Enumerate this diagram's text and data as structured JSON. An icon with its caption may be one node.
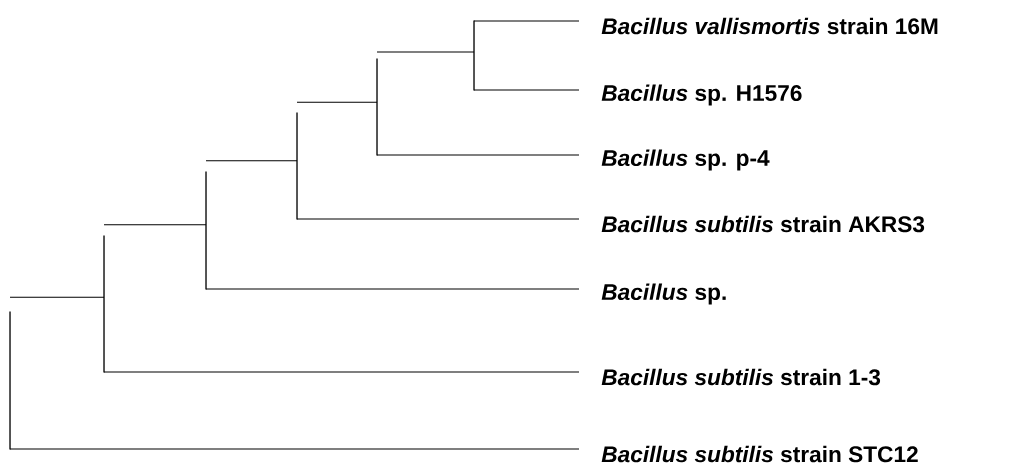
{
  "diagram": {
    "nodes": [
      {
        "text": [
          "*Bacillus vallismortis* strain 16M"
        ]
      },
      {
        "text": [
          "*Bacillus* sp. H1576"
        ]
      },
      {
        "text": [
          "*Bacillus* sp. p-4"
        ]
      },
      {
        "text": [
          "*Bacillus subtilis* strain AKRS3"
        ]
      },
      {
        "text": [
          "*Bacillus* sp."
        ]
      },
      {
        "text": [
          "*Bacillus subtilis* strain 1-3"
        ]
      },
      {
        "text": [
          "*Bacillus subtilis* strain STC12"
        ]
      },
      {
        "text": [],
        "shape": "bar"
      },
      {
        "text": [],
        "shape": "bar"
      },
      {
        "text": [],
        "shape": "bar"
      },
      {
        "text": [],
        "shape": "bar"
      },
      {
        "text": [],
        "shape": "bar"
      },
      {
        "text": [],
        "shape": "bar"
      }
    ],
    "edges": [
      {
        "from": 7,
        "to": 8,
        "arrow": "none"
      },
      {
        "from": 7,
        "to": 6,
        "arrow": "none"
      },
      {
        "from": 8,
        "to": 9,
        "arrow": "none"
      },
      {
        "from": 8,
        "to": 5,
        "arrow": "none"
      },
      {
        "from": 9,
        "to": 10,
        "arrow": "none"
      },
      {
        "from": 9,
        "to": 4,
        "arrow": "none"
      },
      {
        "from": 10,
        "to": 11,
        "arrow": "none"
      },
      {
        "from": 10,
        "to": 3,
        "arrow": "none"
      },
      {
        "from": 11,
        "to": 12,
        "arrow": "none"
      },
      {
        "from": 11,
        "to": 2,
        "arrow": "none"
      },
      {
        "from": 12,
        "to": 0,
        "arrow": "none"
      },
      {
        "from": 12,
        "to": 1,
        "arrow": "none"
      }
    ]
  }
}
